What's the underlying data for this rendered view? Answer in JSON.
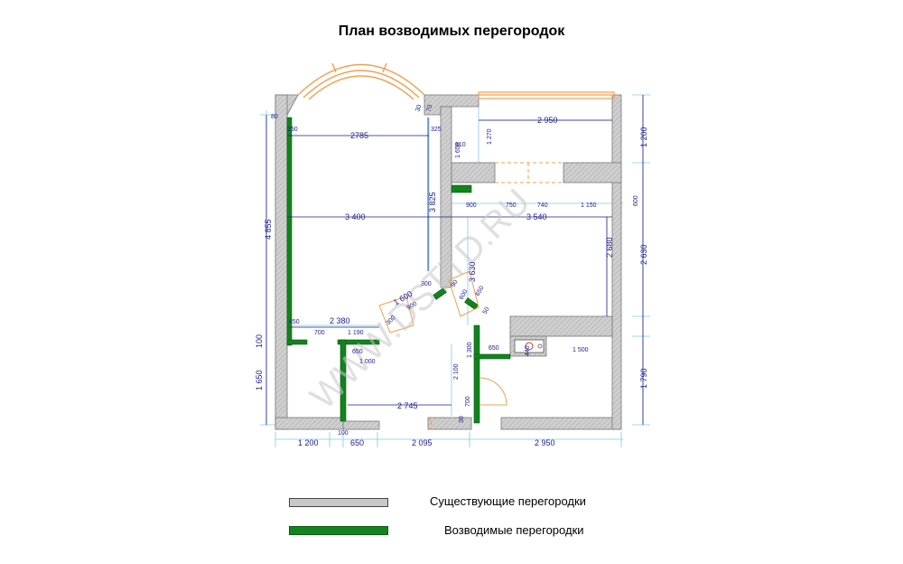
{
  "title": "План возводимых перегородок",
  "watermark": "WWW.DSTTD.RU",
  "colors": {
    "existing": "#c8c8c8",
    "new": "#12831e",
    "dimension": "#1c1c8c",
    "ext_line": "#7ecbea",
    "window": "#f0a050"
  },
  "dims": {
    "d_80": "80",
    "d_250": "250",
    "d_2785": "2785",
    "d_325": "325",
    "d_70": "70",
    "d_30": "30",
    "d_2950_top": "2 950",
    "d_1200_right": "1 200",
    "d_1270": "1 270",
    "d_310": "310",
    "d_1650_top": "1 650",
    "d_3825": "3 825",
    "d_3400": "3 400",
    "d_4855": "4 855",
    "d_3540": "3 540",
    "d_900_a": "900",
    "d_750": "750",
    "d_740": "740",
    "d_1150": "1 150",
    "d_600": "600",
    "d_2630": "2 630",
    "d_2680": "2 680",
    "d_3630": "3 630",
    "d_1600": "1 600",
    "d_900_b": "900",
    "d_300_a": "300",
    "d_90": "90",
    "d_600_b": "600",
    "d_650_b": "650",
    "d_50": "50",
    "d_450": "450",
    "d_2380": "2 380",
    "d_700_a": "700",
    "d_1190": "1 190",
    "d_300_b": "300",
    "d_650_c": "650",
    "d_1000": "1 000",
    "d_650_d": "650",
    "d_1300": "1 300",
    "d_440": "440",
    "d_1500": "1 500",
    "d_100_left": "100",
    "d_1650_left": "1 650",
    "d_2100": "2 100",
    "d_2745": "2 745",
    "d_700_b": "700",
    "d_30_b": "30",
    "d_1790": "1 790",
    "d_1200_bottom": "1 200",
    "d_100_bottom": "100",
    "d_650_bottom": "650",
    "d_2095": "2 095",
    "d_2950_bottom": "2 950"
  },
  "legend": {
    "existing_label": "Существующие перегородки",
    "new_label": "Возводимые перегородки"
  }
}
